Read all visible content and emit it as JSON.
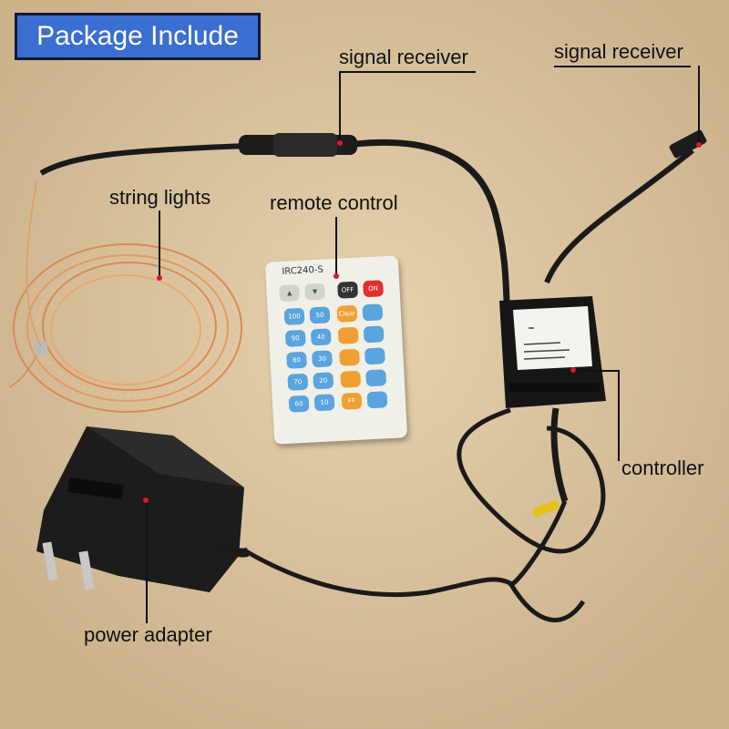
{
  "title": "Package Include",
  "labels": {
    "signal_receiver_1": "signal receiver",
    "signal_receiver_2": "signal receiver",
    "string_lights": "string lights",
    "remote_control": "remote control",
    "controller": "controller",
    "power_adapter": "power adapter"
  },
  "remote": {
    "model": "IRC240-S",
    "buttons": [
      "OFF",
      "ON",
      "100",
      "50",
      "Clear",
      "90",
      "40",
      "80",
      "30",
      "70",
      "20",
      "60",
      "10",
      "FF"
    ]
  },
  "colors": {
    "title_bg": "#3a6fd1",
    "marker": "#e0142a",
    "background": "#d9c39e"
  }
}
